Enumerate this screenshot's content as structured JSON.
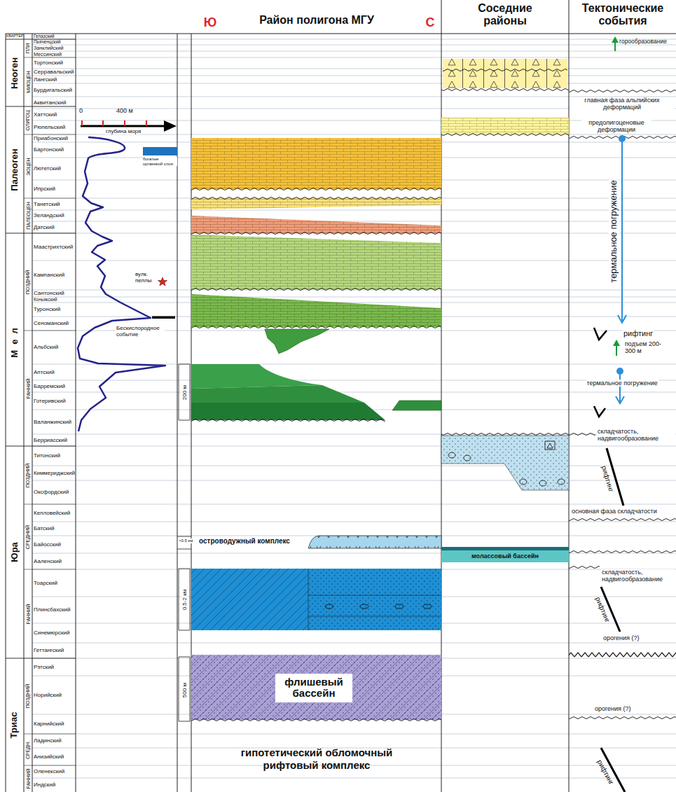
{
  "diagram": {
    "nodes": [
      {
        "text": [
          "флишевый бассейн"
        ]
      },
      {
        "text": [
          "молассовый бассейн"
        ]
      }
    ],
    "labels": [
      "Ю",
      "Район полигона МГУ",
      "С",
      "Соседние районы",
      "Тектонические события",
      "КВАРТЕР",
      "Неоген",
      "Палеоген",
      "Мел",
      "Юра",
      "Триас",
      "ПЛИ",
      "МИОЦЕН",
      "ОЛИГОЦ",
      "ЭОЦЕН",
      "ПАЛЕОЦЕН",
      "ПОЗДНИЙ",
      "РАННИЙ",
      "ПОЗДНИЙ",
      "СРЕДНИЙ",
      "РАННИЙ",
      "ПОЗДНИЙ",
      "СРЕДН.",
      "РАННИЙ",
      "Гелазский",
      "Пьяченцский",
      "Занклийский",
      "Мессинский",
      "Тортонский",
      "Серравальский",
      "Лангский",
      "Бурдигальский",
      "Аквитанский",
      "Хаттский",
      "Рюпельский",
      "Приабонский",
      "Бартонский",
      "Лютетский",
      "Ипрский",
      "Танетский",
      "Зеландский",
      "Датский",
      "Маастрихтский",
      "Кампанский",
      "Сантонский",
      "Коньякский",
      "Туронский",
      "Сеноманский",
      "Альбский",
      "Аптский",
      "Барремский",
      "Готеривский",
      "Валанжинский",
      "Берриасский",
      "Титонский",
      "Киммериджский",
      "Оксфордский",
      "Келловейский",
      "Батский",
      "Байосский",
      "Ааленский",
      "Тоарский",
      "Плинсбахский",
      "Синемюрский",
      "Геттангский",
      "Рэтский",
      "Норийский",
      "Карнийский",
      "Ладинский",
      "Анизийский",
      "Оленекский",
      "Индский",
      "0",
      "400 м",
      "глубина моря",
      "вулк. пеплы",
      "Бескислородное событие",
      "200 м",
      ">0.5 км",
      "0.5-2 км",
      "500 м",
      "островодужный комплекс",
      "гипотетический обломочный рифтовый комплекс",
      "горообразование",
      "главная фаза альпийских деформаций",
      "предолигоценовые деформации",
      "термальное погружение",
      "рифтинг",
      "подъем 200-300 м",
      "термальное погружение",
      "складчатость, надвигообразование",
      "рифтинг",
      "основная фаза складчатости",
      "складчатость, надвигообразование",
      "рифтинг",
      "орогения (?)",
      "орогения (?)",
      "рифтинг"
    ],
    "legend": [
      {
        "text": "богатые органикой слои",
        "color": "#1e73be"
      }
    ]
  }
}
